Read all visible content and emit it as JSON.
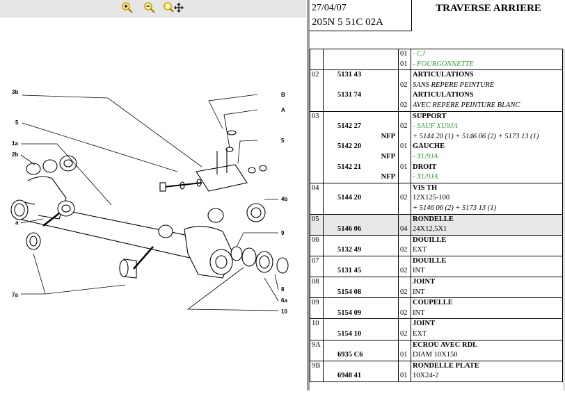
{
  "toolbar": {
    "zoom_in_icon": "zoom-in-icon",
    "zoom_out_icon": "zoom-out-icon",
    "zoom_move_icon": "zoom-move-icon"
  },
  "header": {
    "date": "27/04/07",
    "reference": "205N 5 51C 02A",
    "title": "TRAVERSE ARRIERE"
  },
  "diagram": {
    "labels": [
      "3b",
      "5",
      "1a",
      "2b",
      "a",
      "7a",
      "B",
      "A",
      "5",
      "4b",
      "9",
      "8",
      "6a",
      "10"
    ]
  },
  "parts": [
    {
      "grp": "",
      "refs": [
        "",
        ""
      ],
      "qtys": [
        "01",
        "01"
      ],
      "desc": [
        {
          "t": "- CJ",
          "s": "green"
        },
        {
          "t": "- FOURGONNETTE",
          "s": "green"
        }
      ]
    },
    {
      "grp": "02",
      "refs": [
        "5131 43",
        "",
        "5131 74"
      ],
      "qtys": [
        "",
        "02",
        "",
        "02"
      ],
      "desc": [
        {
          "t": "ARTICULATIONS",
          "s": "name"
        },
        {
          "t": "SANS REPERE PEINTURE",
          "s": "italic"
        },
        {
          "t": "ARTICULATIONS",
          "s": "name"
        },
        {
          "t": "AVEC REPERE PEINTURE BLANC",
          "s": "italic"
        }
      ]
    },
    {
      "grp": "03",
      "refs": [
        "",
        "5142 27",
        "NFP",
        "5142 20",
        "NFP",
        "5142 21",
        "NFP"
      ],
      "qtys": [
        "",
        "02",
        "",
        "01",
        "",
        "01",
        ""
      ],
      "desc": [
        {
          "t": "SUPPORT",
          "s": "name"
        },
        {
          "t": "- SAUF XU9JA",
          "s": "green"
        },
        {
          "t": "+ 5144 20 (1) + 5146 06 (2) + 5173 13 (1)",
          "s": "italic"
        },
        {
          "t": "GAUCHE",
          "s": "name"
        },
        {
          "t": "- XU9JA",
          "s": "green"
        },
        {
          "t": "DROIT",
          "s": "name"
        },
        {
          "t": "- XU9JA",
          "s": "green"
        }
      ]
    },
    {
      "grp": "04",
      "refs": [
        "",
        "5144 20",
        ""
      ],
      "qtys": [
        "",
        "02",
        ""
      ],
      "desc": [
        {
          "t": "VIS TH",
          "s": "name"
        },
        {
          "t": "12X125-100",
          "s": "plain"
        },
        {
          "t": "+ 5146 06 (2) + 5173 13 (1)",
          "s": "italic"
        }
      ]
    },
    {
      "grp": "05",
      "refs": [
        "",
        "5146 06"
      ],
      "qtys": [
        "",
        "04"
      ],
      "desc": [
        {
          "t": "RONDELLE",
          "s": "name"
        },
        {
          "t": "24X12,5X1",
          "s": "plain"
        }
      ],
      "highlight": true
    },
    {
      "grp": "06",
      "refs": [
        "",
        "5132 49"
      ],
      "qtys": [
        "",
        "02"
      ],
      "desc": [
        {
          "t": "DOUILLE",
          "s": "name"
        },
        {
          "t": "EXT",
          "s": "plain"
        }
      ]
    },
    {
      "grp": "07",
      "refs": [
        "",
        "5131 45"
      ],
      "qtys": [
        "",
        "02"
      ],
      "desc": [
        {
          "t": "DOUILLE",
          "s": "name"
        },
        {
          "t": "INT",
          "s": "plain"
        }
      ]
    },
    {
      "grp": "08",
      "refs": [
        "",
        "5154 08"
      ],
      "qtys": [
        "",
        "02"
      ],
      "desc": [
        {
          "t": "JOINT",
          "s": "name"
        },
        {
          "t": "INT",
          "s": "plain"
        }
      ]
    },
    {
      "grp": "09",
      "refs": [
        "",
        "5154 09"
      ],
      "qtys": [
        "",
        "02"
      ],
      "desc": [
        {
          "t": "COUPELLE",
          "s": "name"
        },
        {
          "t": "INT",
          "s": "plain"
        }
      ]
    },
    {
      "grp": "10",
      "refs": [
        "",
        "5154 10"
      ],
      "qtys": [
        "",
        "02"
      ],
      "desc": [
        {
          "t": "JOINT",
          "s": "name"
        },
        {
          "t": "EXT",
          "s": "plain"
        }
      ]
    },
    {
      "grp": "9A",
      "refs": [
        "",
        "6935 C6"
      ],
      "qtys": [
        "",
        "01"
      ],
      "desc": [
        {
          "t": "ECROU AVEC RDL",
          "s": "name"
        },
        {
          "t": "DIAM 10X150",
          "s": "plain"
        }
      ]
    },
    {
      "grp": "9B",
      "refs": [
        "",
        "6948 41"
      ],
      "qtys": [
        "",
        "01"
      ],
      "desc": [
        {
          "t": "RONDELLE PLATE",
          "s": "name"
        },
        {
          "t": "10X24-2",
          "s": "plain"
        }
      ]
    }
  ]
}
